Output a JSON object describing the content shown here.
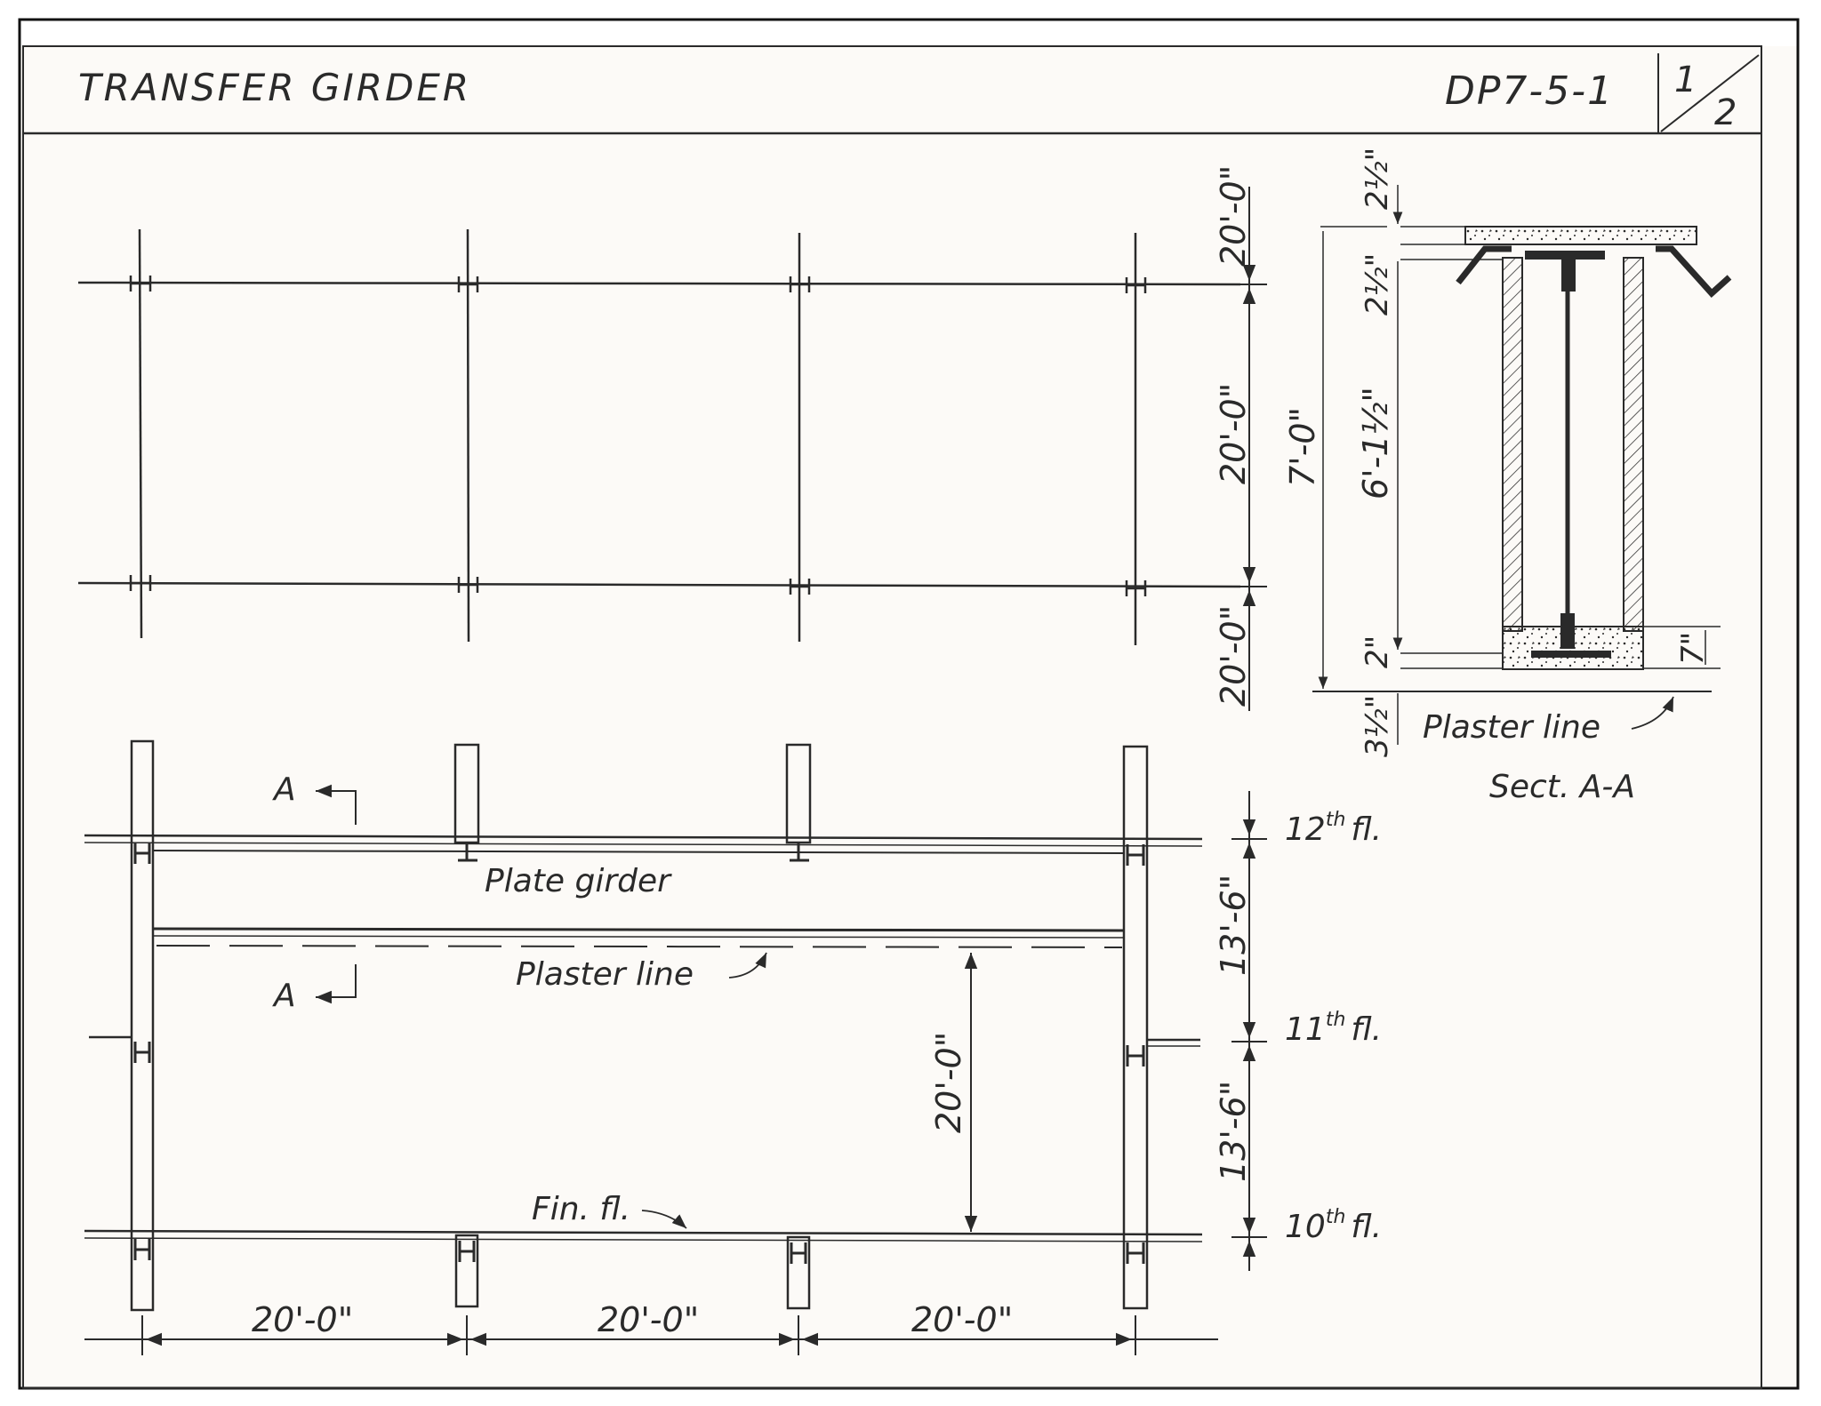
{
  "title_block": {
    "title": "TRANSFER GIRDER",
    "drawing_number": "DP7-5-1",
    "sheet_numerator": "1",
    "sheet_denominator": "2"
  },
  "plan": {
    "bay_dim_top": "20'-0\"",
    "bay_dim_middle": "20'-0\"",
    "bay_dim_bottom": "20'-0\""
  },
  "section_aa": {
    "dim_slab_top": "2½\"",
    "dim_slab_below": "2½\"",
    "dim_overall": "7'-0\"",
    "dim_web": "6'-1½\"",
    "dim_bottom": "2\"",
    "dim_plaster": "3½\"",
    "dim_fireproof": "7\"",
    "plaster_label": "Plaster line",
    "caption": "Sect. A-A"
  },
  "elevation": {
    "section_mark_upper": "A",
    "section_mark_lower": "A",
    "plate_girder_label": "Plate girder",
    "plaster_label": "Plaster line",
    "fin_floor_label": "Fin. fl.",
    "girder_depth_dim": "20'-0\"",
    "floor_12": {
      "num": "12",
      "sup": "th",
      "suffix": "fl."
    },
    "floor_11": {
      "num": "11",
      "sup": "th",
      "suffix": "fl."
    },
    "floor_10": {
      "num": "10",
      "sup": "th",
      "suffix": "fl."
    },
    "story_dim_upper": "13'-6\"",
    "story_dim_lower": "13'-6\"",
    "span_1": "20'-0\"",
    "span_2": "20'-0\"",
    "span_3": "20'-0\""
  }
}
